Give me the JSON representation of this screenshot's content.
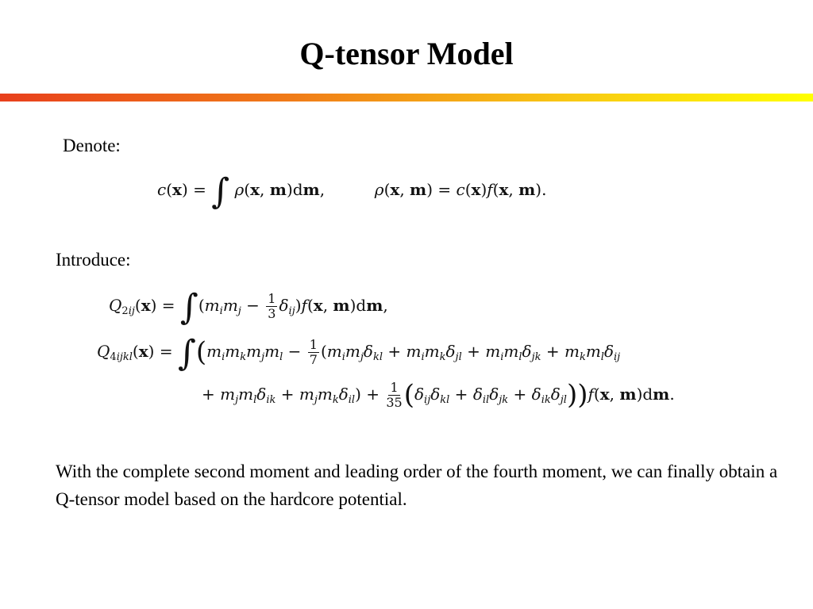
{
  "slide": {
    "title": "Q-tensor Model",
    "denote_label": "Denote:",
    "introduce_label": "Introduce:",
    "conclusion": "With the complete second moment and leading order of the fourth moment, we can finally obtain a  Q-tensor model based on the hardcore potential."
  },
  "math": {
    "frac_one": "1",
    "frac_three": "3",
    "frac_seven": "7",
    "frac_thirty_five": "35"
  },
  "colors": {
    "bar_start": "#e8401c",
    "bar_end": "#ffff00"
  }
}
